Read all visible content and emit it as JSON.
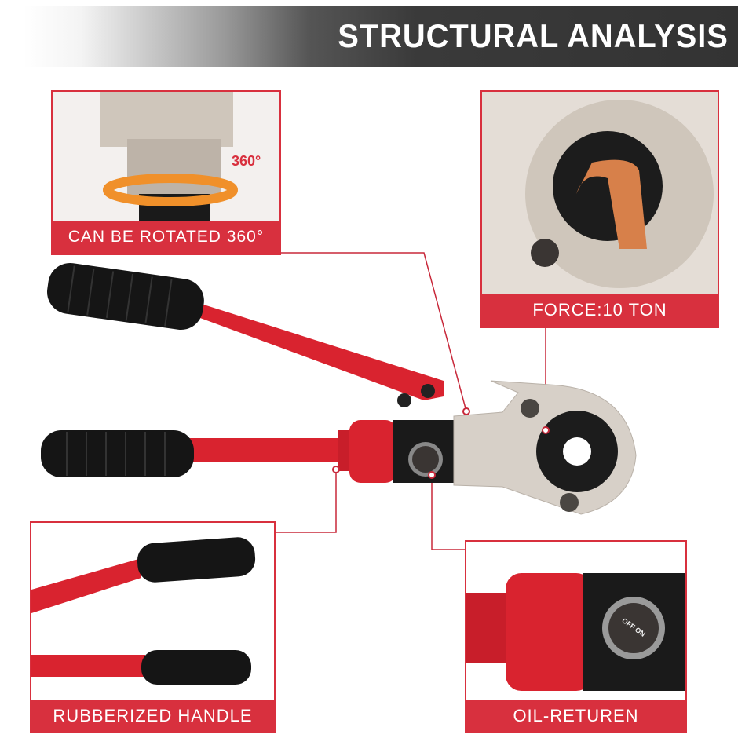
{
  "header": {
    "title": "STRUCTURAL ANALYSIS"
  },
  "callouts": {
    "rotate": {
      "label": "CAN BE ROTATED 360°",
      "badge": "360°"
    },
    "force": {
      "label": "FORCE:10 TON"
    },
    "handle": {
      "label": "RUBBERIZED HANDLE"
    },
    "oil": {
      "label": "OIL-RETUREN",
      "valve_text": "OFF ON"
    }
  },
  "colors": {
    "accent": "#d8303e",
    "handle_red": "#d9232f",
    "grip_black": "#151515",
    "head_silver": "#d7d0c8"
  }
}
